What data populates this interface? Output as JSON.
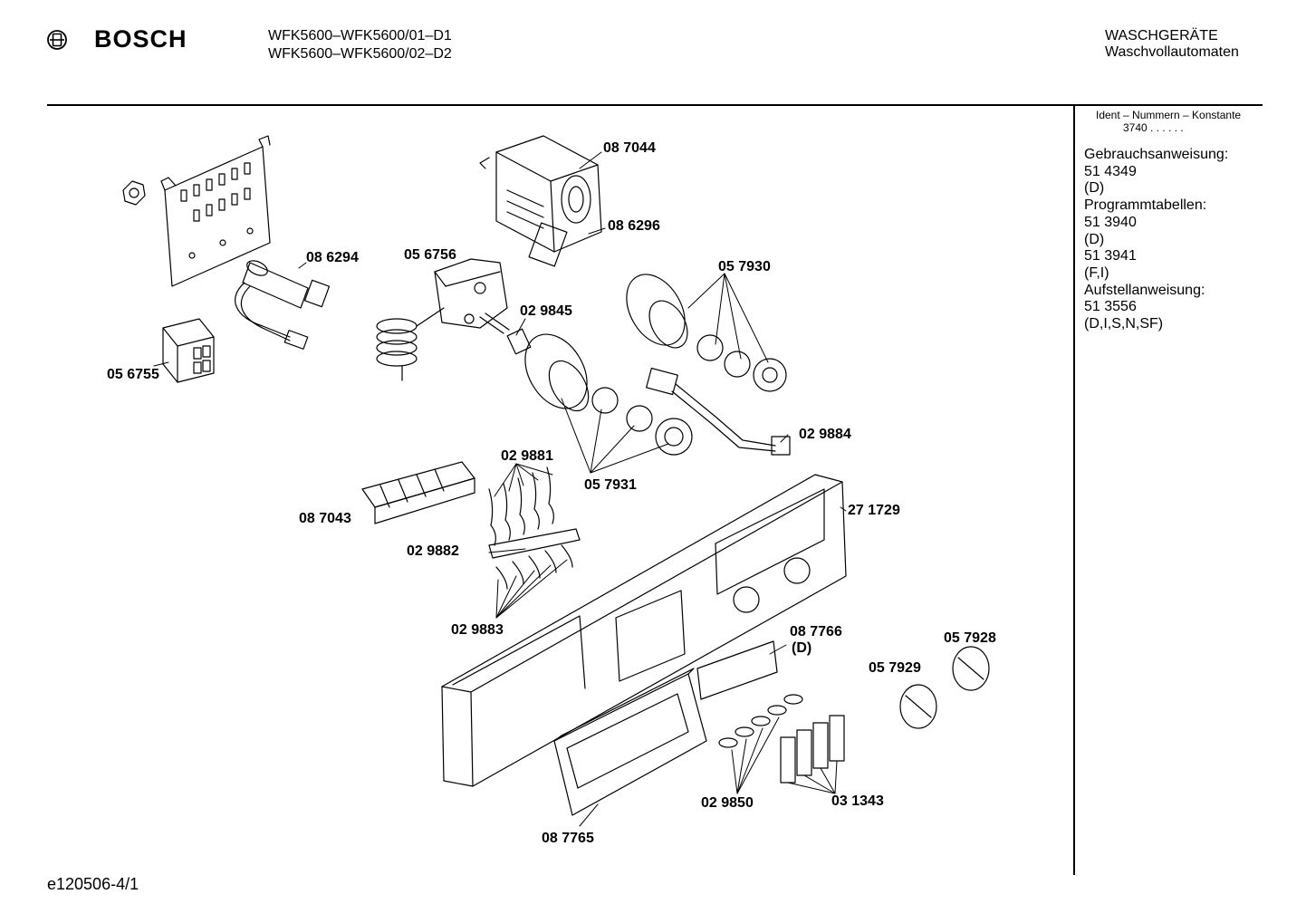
{
  "header": {
    "brand": "BOSCH",
    "models": [
      "WFK5600–WFK5600/01–D1",
      "WFK5600–WFK5600/02–D2"
    ],
    "category": "WASCHGERÄTE",
    "subcategory": "Waschvollautomaten"
  },
  "sidebar": {
    "ident_label": "Ident – Nummern – Konstante",
    "ident_value": "3740 . . . . . .",
    "docs": [
      "Gebrauchsanweisung:",
      "51 4349",
      "(D)",
      "Programmtabellen:",
      "51 3940",
      "(D)",
      "51 3941",
      "(F,I)",
      "Aufstellanweisung:",
      "51 3556",
      "(D,I,S,N,SF)"
    ]
  },
  "parts": {
    "p087044": "08 7044",
    "p086296": "08 6296",
    "p086294": "08 6294",
    "p056756": "05 6756",
    "p057930": "05 7930",
    "p029845": "02 9845",
    "p056755": "05 6755",
    "p029884": "02 9884",
    "p029881": "02 9881",
    "p057931": "05 7931",
    "p271729": "27 1729",
    "p087043": "08 7043",
    "p029882": "02 9882",
    "p029883": "02 9883",
    "p087766": "08 7766",
    "p087766_sub": "(D)",
    "p057928": "05 7928",
    "p057929": "05 7929",
    "p029850": "02 9850",
    "p031343": "03 1343",
    "p087765": "08 7765"
  },
  "footer": {
    "code": "e120506-4/1"
  },
  "colors": {
    "ink": "#000000",
    "paper": "#ffffff"
  }
}
